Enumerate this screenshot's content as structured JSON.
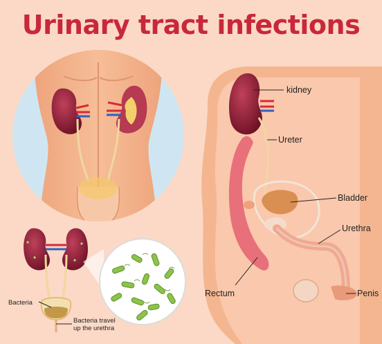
{
  "title": "Urinary tract infections",
  "labels": {
    "kidney": "kidney",
    "ureter": "Ureter",
    "bladder": "Bladder",
    "urethra": "Urethra",
    "rectum": "Rectum",
    "penis": "Penis",
    "bacteria": "Bacteria",
    "bacteria_travel_1": "Bacteria travel",
    "bacteria_travel_2": "up the urethra"
  },
  "colors": {
    "background": "#fbd9c6",
    "title": "#c8283a",
    "skin": "#f4b48e",
    "kidney": "#8e1f38",
    "bacteria": "#8cc34a",
    "rectum": "#e8707a"
  }
}
